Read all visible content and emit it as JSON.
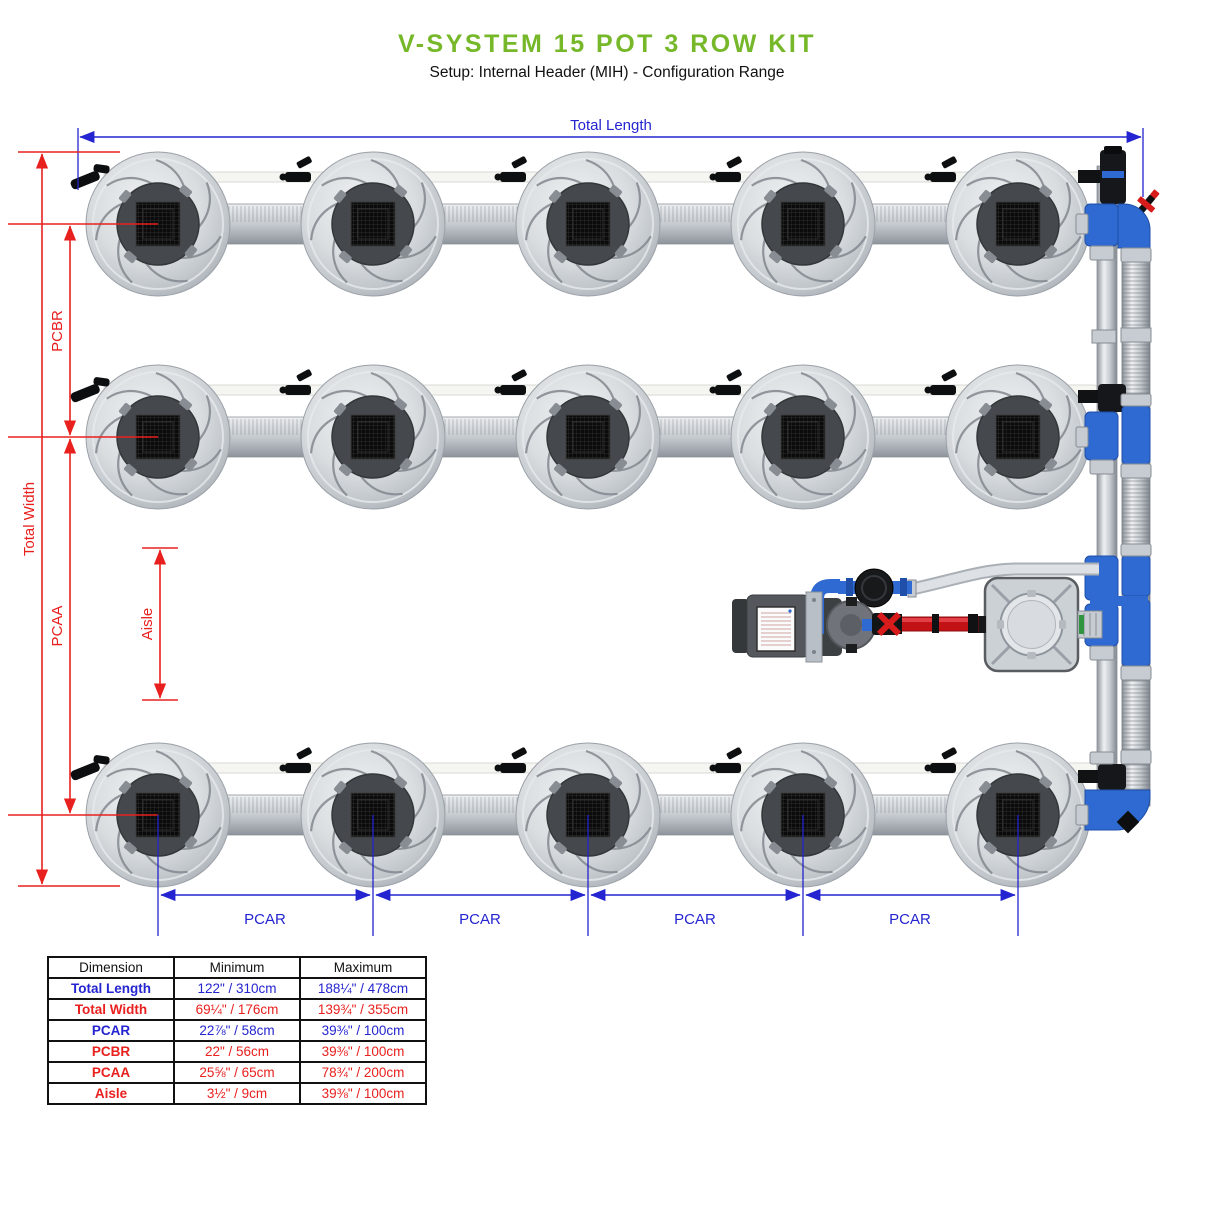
{
  "title": "V-SYSTEM 15 POT 3 ROW KIT",
  "subtitle": "Setup: Internal Header (MIH) - Configuration Range",
  "colors": {
    "title_green": "#76b82a",
    "dimension_blue": "#2424d0",
    "dimension_red": "#e8201e",
    "pipe_blue": "#2e6ad1"
  },
  "diagram": {
    "pot_rows": 3,
    "pots_per_row": 5,
    "labels": {
      "total_length": "Total Length",
      "total_width": "Total Width",
      "pcbr": "PCBR",
      "pcaa": "PCAA",
      "aisle": "Aisle"
    },
    "pcar_segments": [
      "PCAR",
      "PCAR",
      "PCAR",
      "PCAR"
    ]
  },
  "table": {
    "headers": [
      "Dimension",
      "Minimum",
      "Maximum"
    ],
    "rows": [
      {
        "dimension": "Total Length",
        "minimum": "122\" / 310cm",
        "maximum": "188¼\" / 478cm",
        "color": "blue"
      },
      {
        "dimension": "Total Width",
        "minimum": "69¼\" / 176cm",
        "maximum": "139¾\" / 355cm",
        "color": "red"
      },
      {
        "dimension": "PCAR",
        "minimum": "22⅞\" / 58cm",
        "maximum": "39⅜\" / 100cm",
        "color": "blue"
      },
      {
        "dimension": "PCBR",
        "minimum": "22\" / 56cm",
        "maximum": "39⅜\" / 100cm",
        "color": "red"
      },
      {
        "dimension": "PCAA",
        "minimum": "25⅝\" / 65cm",
        "maximum": "78¾\" / 200cm",
        "color": "red"
      },
      {
        "dimension": "Aisle",
        "minimum": "3½\" / 9cm",
        "maximum": "39⅜\" / 100cm",
        "color": "red"
      }
    ]
  }
}
